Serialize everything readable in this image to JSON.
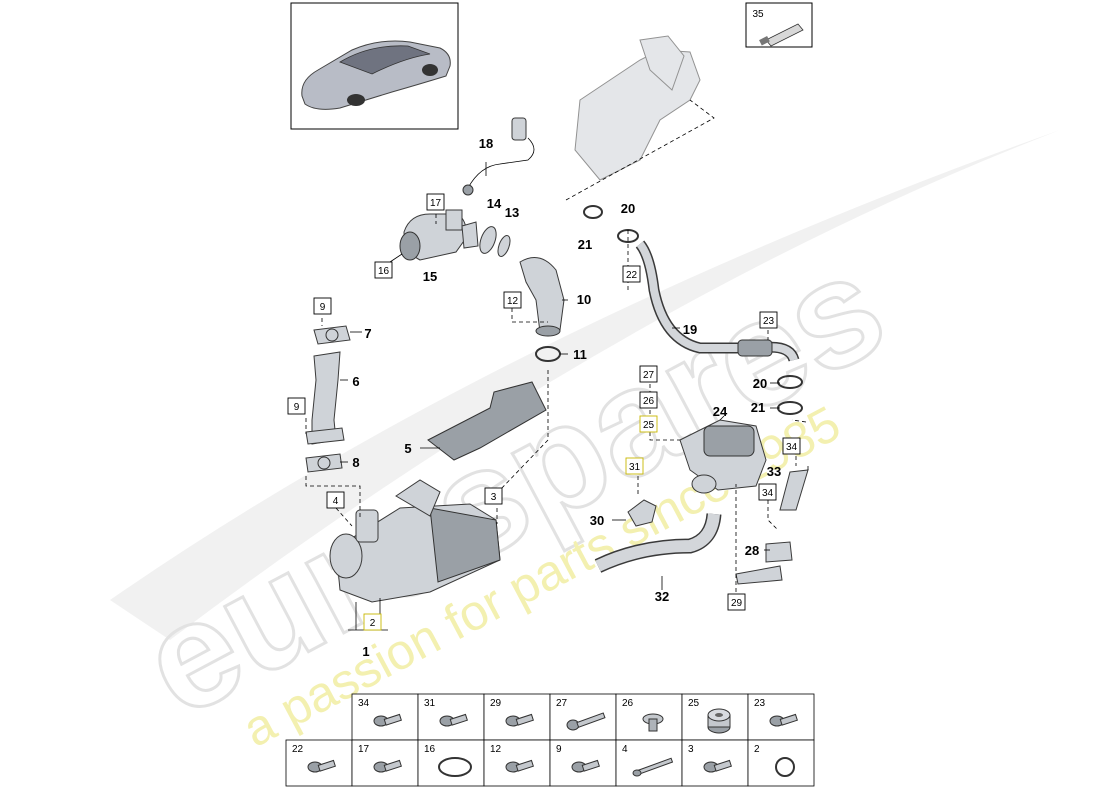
{
  "watermark": {
    "logo": "eurospares",
    "tagline": "a passion for parts since 1985"
  },
  "callouts": [
    {
      "id": "c1",
      "label": "1",
      "boxed": false
    },
    {
      "id": "c2",
      "label": "2",
      "boxed": true
    },
    {
      "id": "c3",
      "label": "3",
      "boxed": true
    },
    {
      "id": "c4",
      "label": "4",
      "boxed": true
    },
    {
      "id": "c5",
      "label": "5",
      "boxed": false
    },
    {
      "id": "c6",
      "label": "6",
      "boxed": false
    },
    {
      "id": "c7",
      "label": "7",
      "boxed": false
    },
    {
      "id": "c8",
      "label": "8",
      "boxed": false
    },
    {
      "id": "c9a",
      "label": "9",
      "boxed": true
    },
    {
      "id": "c9b",
      "label": "9",
      "boxed": true
    },
    {
      "id": "c10",
      "label": "10",
      "boxed": false
    },
    {
      "id": "c11",
      "label": "11",
      "boxed": false
    },
    {
      "id": "c12",
      "label": "12",
      "boxed": true
    },
    {
      "id": "c13",
      "label": "13",
      "boxed": false
    },
    {
      "id": "c14",
      "label": "14",
      "boxed": false
    },
    {
      "id": "c15",
      "label": "15",
      "boxed": false
    },
    {
      "id": "c16",
      "label": "16",
      "boxed": true
    },
    {
      "id": "c17",
      "label": "17",
      "boxed": true
    },
    {
      "id": "c18",
      "label": "18",
      "boxed": false
    },
    {
      "id": "c19",
      "label": "19",
      "boxed": false
    },
    {
      "id": "c20a",
      "label": "20",
      "boxed": false
    },
    {
      "id": "c20b",
      "label": "20",
      "boxed": false
    },
    {
      "id": "c21a",
      "label": "21",
      "boxed": false
    },
    {
      "id": "c21b",
      "label": "21",
      "boxed": false
    },
    {
      "id": "c22",
      "label": "22",
      "boxed": true
    },
    {
      "id": "c23",
      "label": "23",
      "boxed": true
    },
    {
      "id": "c24",
      "label": "24",
      "boxed": false
    },
    {
      "id": "c25",
      "label": "25",
      "boxed": true
    },
    {
      "id": "c26",
      "label": "26",
      "boxed": true
    },
    {
      "id": "c27",
      "label": "27",
      "boxed": true
    },
    {
      "id": "c28",
      "label": "28",
      "boxed": false
    },
    {
      "id": "c29",
      "label": "29",
      "boxed": true
    },
    {
      "id": "c30",
      "label": "30",
      "boxed": false
    },
    {
      "id": "c31",
      "label": "31",
      "boxed": true
    },
    {
      "id": "c32",
      "label": "32",
      "boxed": false
    },
    {
      "id": "c33",
      "label": "33",
      "boxed": false
    },
    {
      "id": "c34a",
      "label": "34",
      "boxed": true
    },
    {
      "id": "c34b",
      "label": "34",
      "boxed": true
    },
    {
      "id": "c35",
      "label": "35",
      "boxed": false
    }
  ],
  "fastener_table": {
    "top_row": [
      {
        "label": "34",
        "icon": "bolt"
      },
      {
        "label": "31",
        "icon": "bolt"
      },
      {
        "label": "29",
        "icon": "bolt"
      },
      {
        "label": "27",
        "icon": "long-bolt"
      },
      {
        "label": "26",
        "icon": "flanged-nut"
      },
      {
        "label": "25",
        "icon": "spacer-sleeve"
      },
      {
        "label": "23",
        "icon": "bolt"
      }
    ],
    "bottom_row": [
      {
        "label": "22",
        "icon": "bolt"
      },
      {
        "label": "17",
        "icon": "bolt"
      },
      {
        "label": "16",
        "icon": "o-ring"
      },
      {
        "label": "12",
        "icon": "bolt"
      },
      {
        "label": "9",
        "icon": "bolt"
      },
      {
        "label": "4",
        "icon": "stud"
      },
      {
        "label": "3",
        "icon": "bolt"
      },
      {
        "label": "2",
        "icon": "seal-ring"
      }
    ]
  }
}
